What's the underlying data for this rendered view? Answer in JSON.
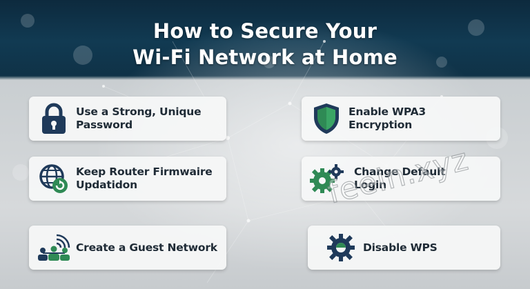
{
  "title": {
    "line1": "How to Secure Your",
    "line2": "Wi-Fi Network at Home"
  },
  "tips": [
    {
      "line1": "Use a Strong, Unique",
      "line2": "Password",
      "icon": "padlock-icon"
    },
    {
      "line1": "Enable WPA3",
      "line2": "Encryption",
      "icon": "shield-icon"
    },
    {
      "line1": "Keep Router Firmwaire",
      "line2": "Updatidon",
      "icon": "globe-update-icon"
    },
    {
      "line1": "Change Default",
      "line2": "Login",
      "icon": "gears-icon"
    },
    {
      "line1": "Create a Guest Network",
      "line2": "",
      "icon": "guest-network-icon"
    },
    {
      "line1": "Disable WPS",
      "line2": "",
      "icon": "gear-icon"
    }
  ],
  "watermark": "feein.xyz",
  "colors": {
    "header_bg": "#0f3247",
    "navy": "#1f3a5a",
    "green": "#2f8a55",
    "card_bg": "#f6f7f8",
    "text": "#1f2b36"
  }
}
